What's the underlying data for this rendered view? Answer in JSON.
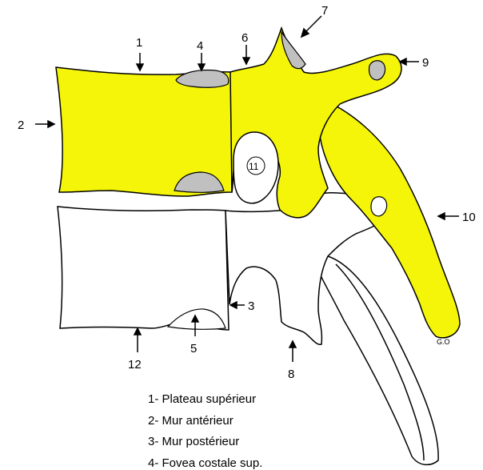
{
  "diagram": {
    "colors": {
      "highlight": "#f5f50a",
      "facet": "#c0c0c0",
      "outline": "#000000",
      "background": "#ffffff"
    },
    "callouts": [
      "1",
      "2",
      "3",
      "4",
      "5",
      "6",
      "7",
      "8",
      "9",
      "10",
      "11",
      "12"
    ],
    "signature": "G.O",
    "legend": [
      "1- Plateau supérieur",
      "2- Mur antérieur",
      "3- Mur postérieur",
      "4- Fovea costale sup."
    ]
  }
}
